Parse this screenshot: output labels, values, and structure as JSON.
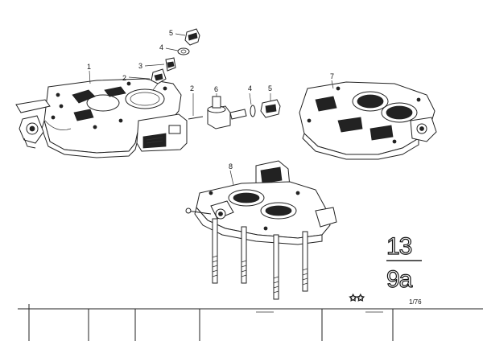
{
  "callouts": {
    "c1": "1",
    "c2a": "2",
    "c2b": "2",
    "c3": "3",
    "c4a": "4",
    "c4b": "4",
    "c5a": "5",
    "c5b": "5",
    "c6": "6",
    "c7": "7",
    "c8": "8"
  },
  "group_number": "13",
  "page_number": "9a",
  "stars": "✩✩",
  "date_code": "1/76"
}
